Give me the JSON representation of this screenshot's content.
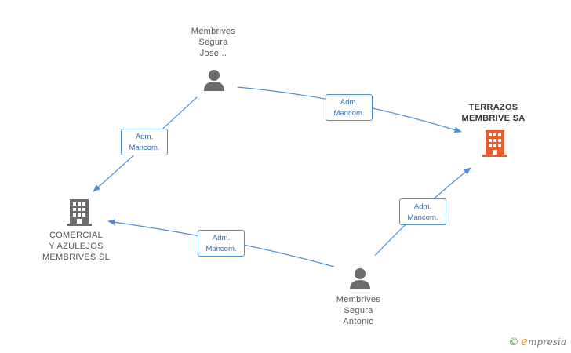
{
  "nodes": {
    "person_jose": {
      "lines": [
        "Membrives",
        "Segura",
        "Jose..."
      ]
    },
    "person_antonio": {
      "lines": [
        "Membrives",
        "Segura",
        "Antonio"
      ]
    },
    "company_comercial": {
      "lines": [
        "COMERCIAL",
        "Y AZULEJOS",
        "MEMBRIVES SL"
      ]
    },
    "company_terrazos": {
      "lines": [
        "TERRAZOS",
        "MEMBRIVE SA"
      ]
    }
  },
  "relations": {
    "jose_to_terrazos": {
      "line1": "Adm.",
      "line2": "Mancom."
    },
    "jose_to_comercial": {
      "line1": "Adm.",
      "line2": "Mancom."
    },
    "antonio_to_comercial": {
      "line1": "Adm.",
      "line2": "Mancom."
    },
    "antonio_to_terrazos": {
      "line1": "Adm.",
      "line2": "Mancom."
    }
  },
  "colors": {
    "edge": "#4a8fd6",
    "person_icon": "#6b6b6b",
    "company_icon": "#6b6b6b",
    "main_company_icon": "#f05a28"
  },
  "footer": {
    "copyright_symbol": "©",
    "brand_initial": "e",
    "brand_rest": "mpresia"
  }
}
